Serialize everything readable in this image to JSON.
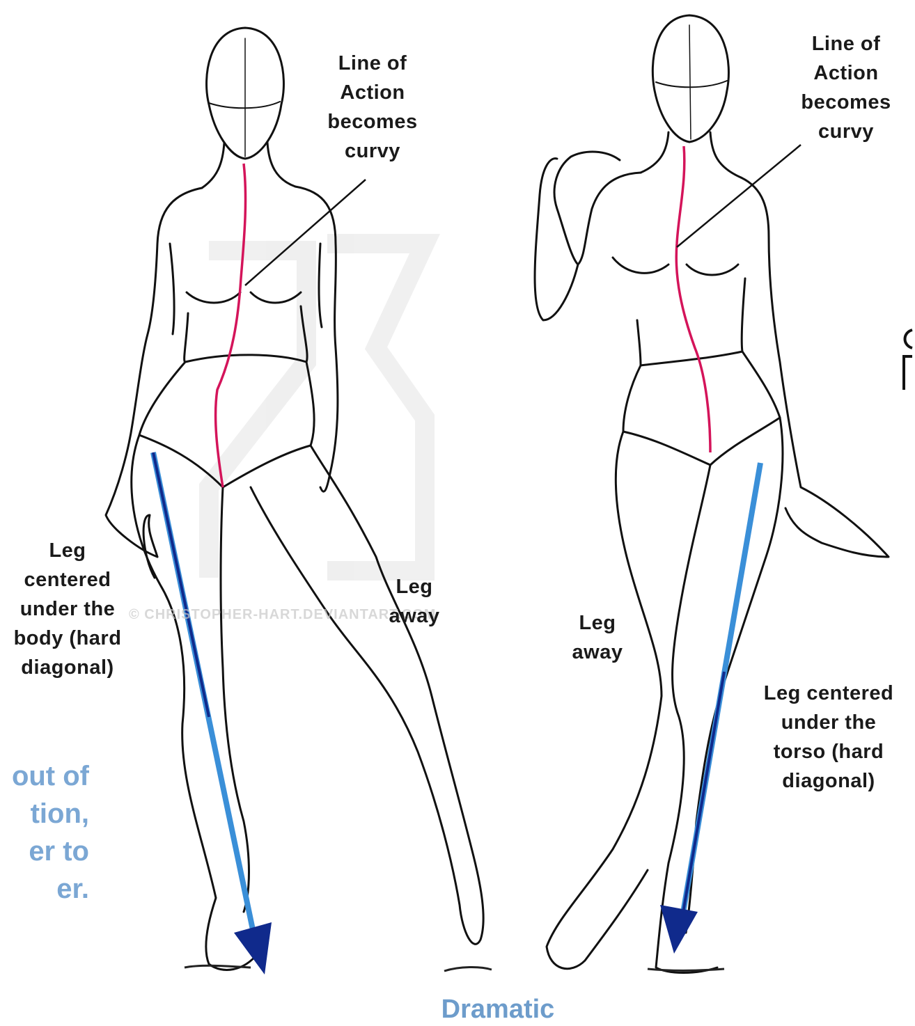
{
  "labels": {
    "left_line_of_action": "Line of\nAction\nbecomes\ncurvy",
    "right_line_of_action": "Line of\nAction\nbecomes\ncurvy",
    "left_leg_centered": "Leg\ncentered\nunder the\nbody (hard\ndiagonal)",
    "left_leg_away": "Leg\naway",
    "right_leg_away": "Leg\naway",
    "right_leg_centered": "Leg centered\nunder the\ntorso (hard\ndiagonal)"
  },
  "side_text": "out of\ntion,\ner to\ner.",
  "caption": "Dramatic",
  "watermark": "© CHRISTOPHER-HART.DEVIANTART.COM",
  "colors": {
    "line_of_action": "#d4145a",
    "diagonal_arrow_light": "#3a8fd8",
    "diagonal_arrow_dark": "#102a8c",
    "side_text": "#7ba7d4",
    "caption": "#6d9ccb"
  }
}
